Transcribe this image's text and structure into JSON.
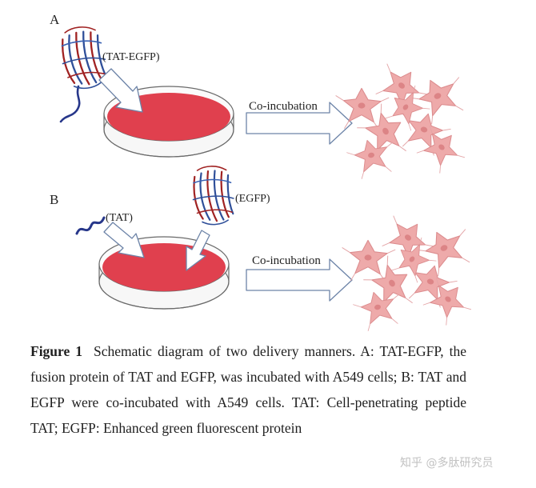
{
  "panel_a": {
    "label": "A",
    "protein_label": "(TAT-EGFP)",
    "process_label": "Co-incubation"
  },
  "panel_b": {
    "label": "B",
    "peptide_label": "(TAT)",
    "protein_label": "(EGFP)",
    "process_label": "Co-incubation"
  },
  "caption": {
    "figure_label": "Figure 1",
    "text": "Schematic diagram of two delivery manners. A: TAT-EGFP, the fusion protein of TAT and EGFP, was incubated with A549 cells; B: TAT and EGFP were co-incubated with A549 cells. TAT: Cell-penetrating peptide TAT; EGFP: Enhanced green fluorescent protein"
  },
  "watermark": "知乎 @多肽研究员",
  "colors": {
    "dish_medium": "#e0404e",
    "dish_rim": "#6a6a6a",
    "arrow_fill": "#ffffff",
    "arrow_stroke": "#6d84a8",
    "cell_fill": "#eeaaaa",
    "cell_edge": "#dc8c8e",
    "peptide": "#27378a",
    "barrel_red": "#a02222",
    "barrel_blue": "#2f4f99"
  },
  "icons": [
    "protein-barrel-icon",
    "peptide-coil-icon",
    "petri-dish-icon",
    "cell-cluster-icon",
    "flow-arrow-icon"
  ]
}
